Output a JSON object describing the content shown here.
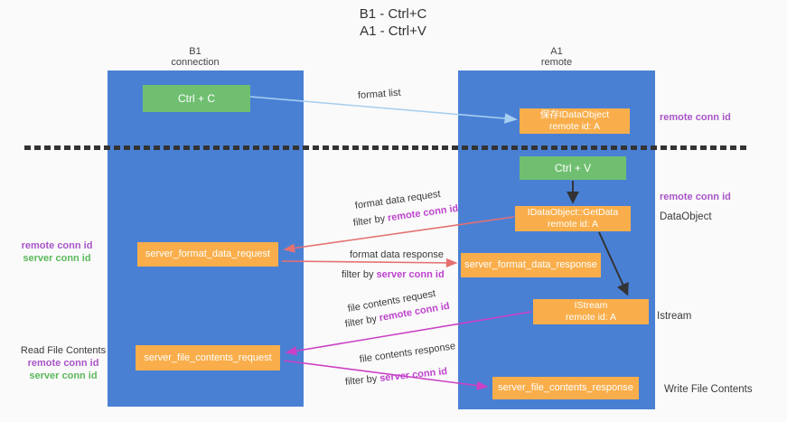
{
  "title": {
    "line1": "B1 - Ctrl+C",
    "line2": "A1 - Ctrl+V"
  },
  "columns": {
    "left": {
      "name": "B1",
      "role": "connection"
    },
    "right": {
      "name": "A1",
      "role": "remote"
    }
  },
  "boxes": {
    "ctrl_c": {
      "label": "Ctrl + C"
    },
    "ctrl_v": {
      "label": "Ctrl + V"
    },
    "save_idataobject": {
      "line1": "保存IDataObject",
      "line2": "remote id: A"
    },
    "idataobject_getdata": {
      "line1": "IDataObject::GetData",
      "line2": "remote id: A"
    },
    "server_format_data_request": {
      "label": "server_format_data_request"
    },
    "server_format_data_response": {
      "label": "server_format_data_response"
    },
    "istream": {
      "line1": "IStream",
      "line2": "remote id: A"
    },
    "server_file_contents_request": {
      "label": "server_file_contents_request"
    },
    "server_file_contents_response": {
      "label": "server_file_contents_response"
    }
  },
  "side_labels": {
    "right_remote_conn_id_top": "remote conn id",
    "right_remote_conn_id_mid": "remote conn id",
    "right_dataobject": "DataObject",
    "right_istream": "Istream",
    "right_write_file_contents": "Write File Contents",
    "left_remote_conn_id_mid": "remote conn id",
    "left_server_conn_id_mid": "server conn id",
    "left_read_file_contents": "Read File Contents",
    "left_remote_conn_id_bottom": "remote conn id",
    "left_server_conn_id_bottom": "server conn id"
  },
  "arrow_labels": {
    "format_list": "format list",
    "format_data_request": "format data request",
    "format_data_request_filter_prefix": "filter by",
    "format_data_request_filter_value": "remote conn id",
    "format_data_response": "format data response",
    "format_data_response_filter_prefix": "filter by",
    "format_data_response_filter_value": "server conn id",
    "file_contents_request": "file contents request",
    "file_contents_request_filter_prefix": "filter by",
    "file_contents_request_filter_value": "remote conn id",
    "file_contents_response": "file contents response",
    "file_contents_response_filter_prefix": "filter by",
    "file_contents_response_filter_value": "server conn id"
  },
  "colors": {
    "column_blue": "#4a80d4",
    "box_green": "#70bf71",
    "box_orange": "#f9ae4b",
    "purple_label": "#a855c8",
    "green_label": "#5cb85c",
    "magenta_value": "#be44ce",
    "arrow_red": "#e57070",
    "arrow_magenta": "#cc3fc4",
    "arrow_lightblue": "#a8cff0",
    "arrow_black": "#333333"
  }
}
